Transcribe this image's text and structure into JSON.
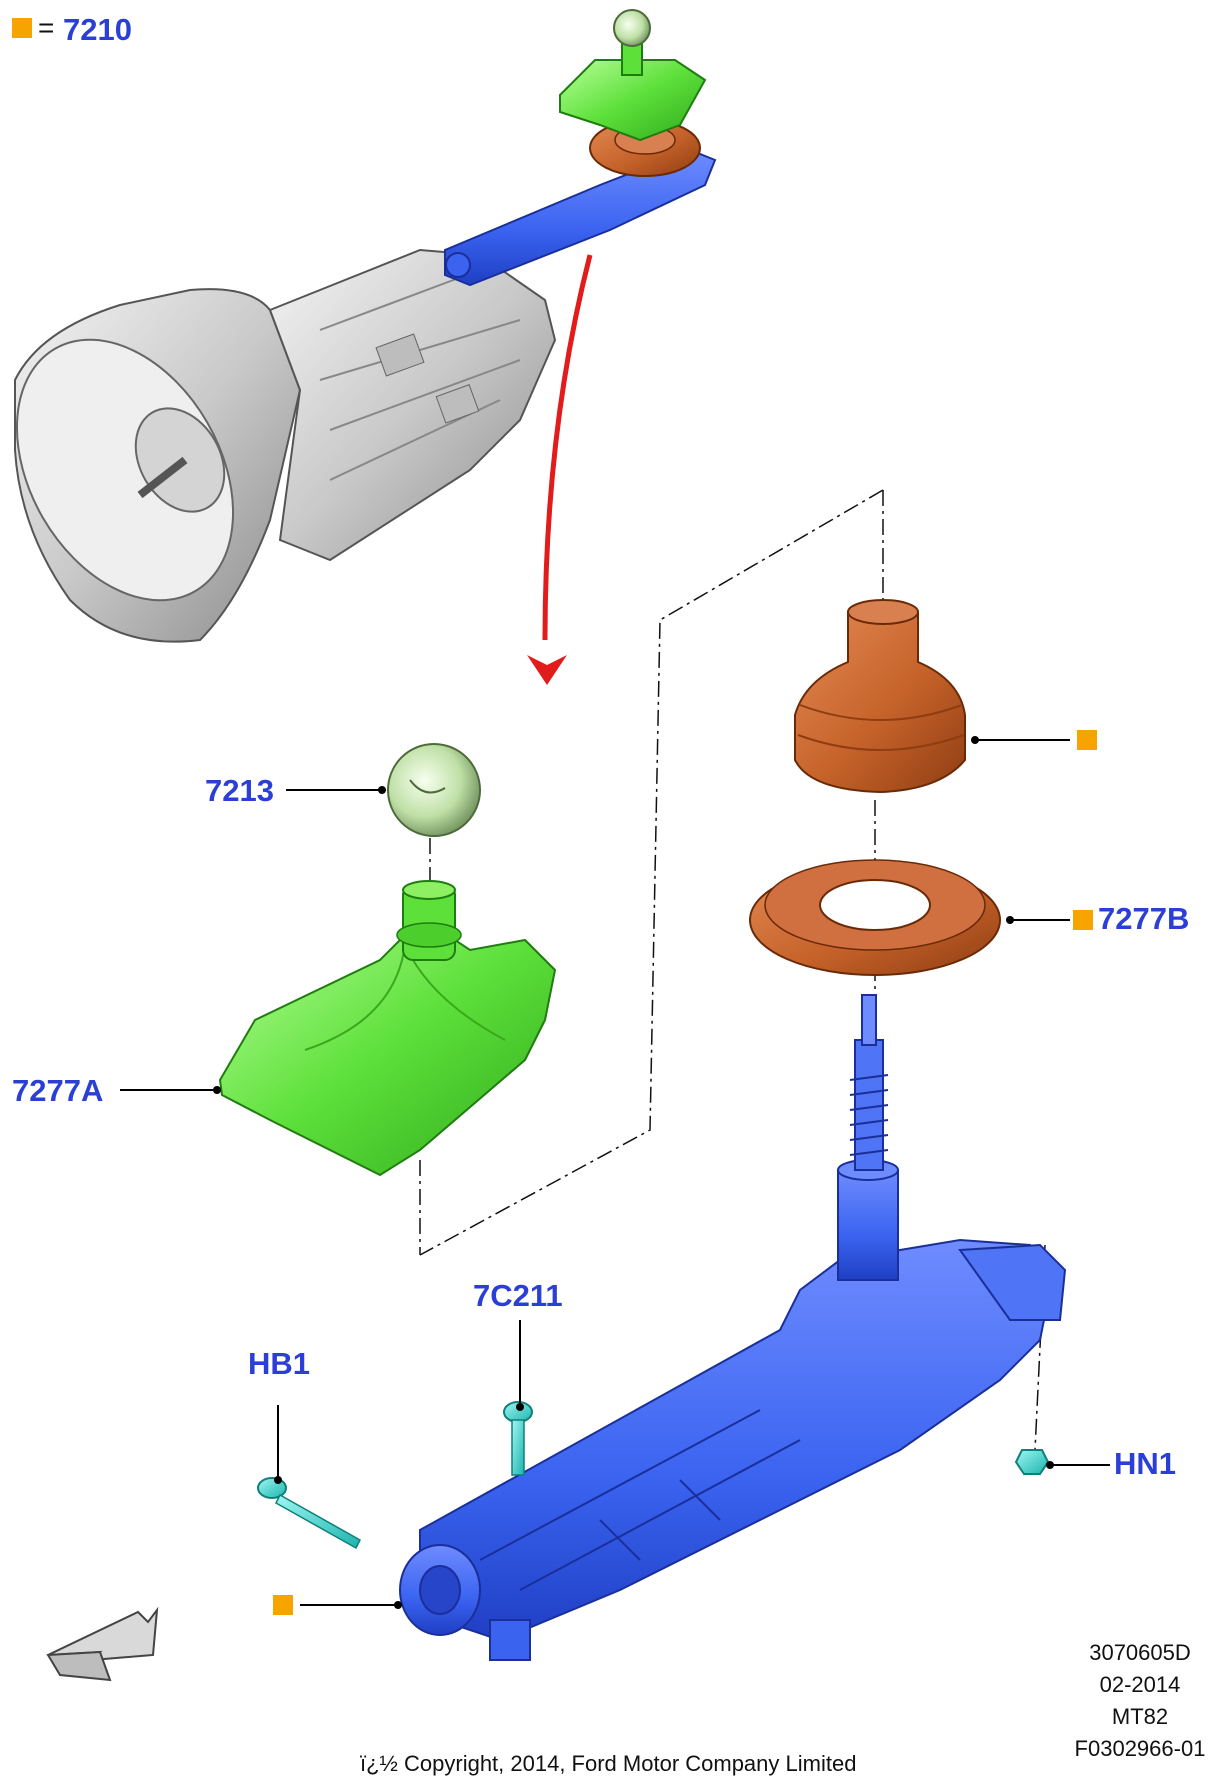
{
  "legend": {
    "equals": "=",
    "part": "7210"
  },
  "callouts": {
    "knob": "7213",
    "bezel": "7277A",
    "boot_seal": "7277B",
    "bushing": "7C211",
    "bolt": "HB1",
    "nut": "HN1"
  },
  "info": {
    "line1": "3070605D",
    "line2": "02-2014",
    "line3": "MT82",
    "line4": "F0302966-01"
  },
  "copyright": "ï¿½ Copyright, 2014, Ford Motor Company Limited",
  "colors": {
    "marker": "#f7a400",
    "label": "#2b3fd6",
    "green_part": "#5de03a",
    "orange_part": "#c5622a",
    "blue_part": "#3a63f0",
    "cyan_part": "#39d9d2",
    "arrow": "#e21b1b"
  },
  "icons": [
    "orientation-arrow-icon",
    "red-curved-arrow-icon"
  ]
}
